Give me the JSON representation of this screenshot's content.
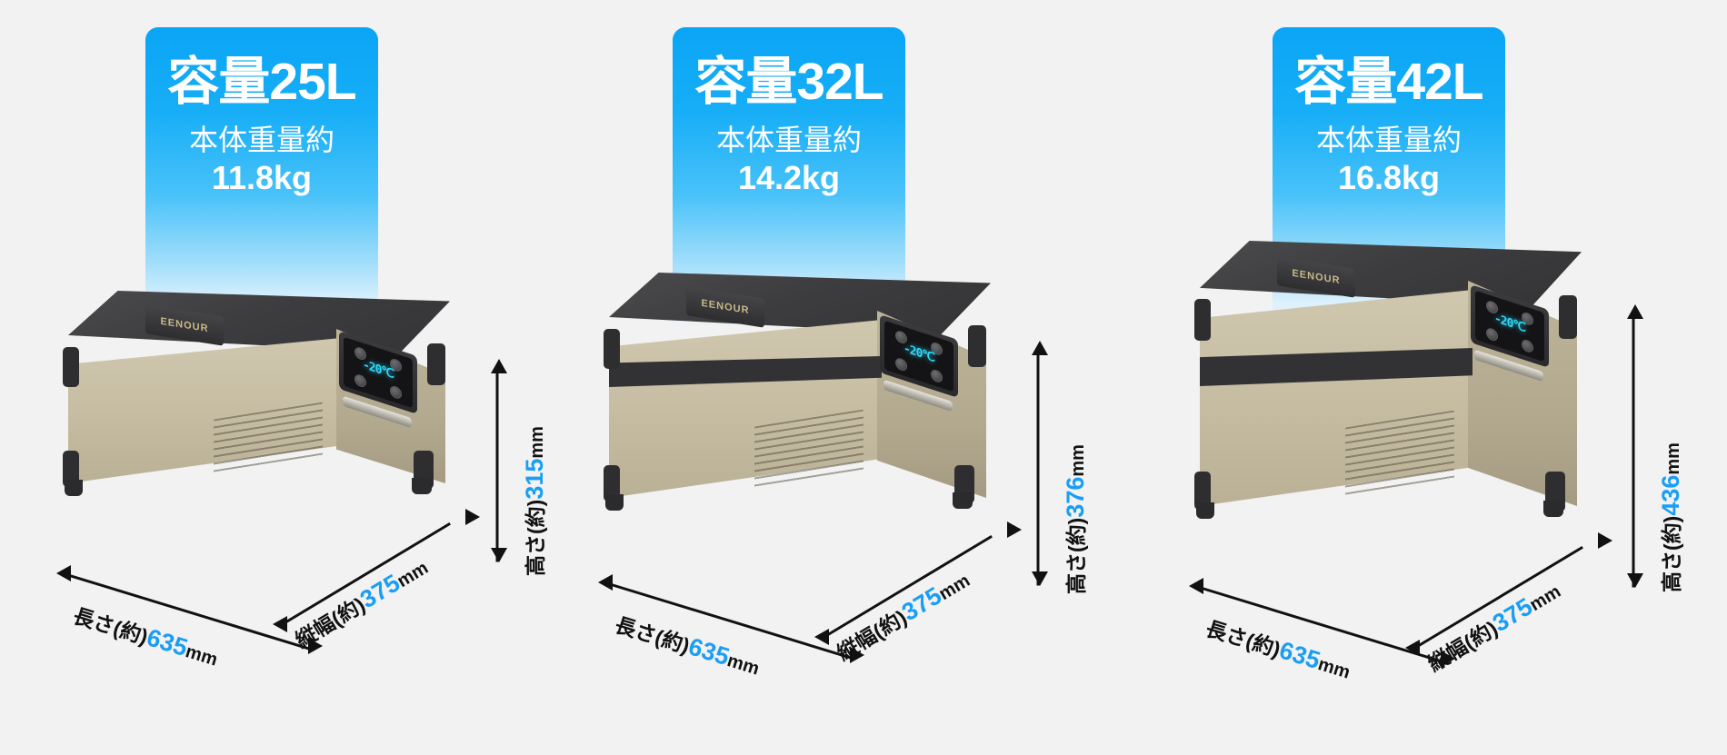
{
  "background_color": "#f1f2f1",
  "accent_color": "#1a9ef5",
  "badge_gradient_top": "#0aa5f5",
  "brand": "EENOUR",
  "display_reading": "-20℃",
  "labels": {
    "weight_prefix": "本体重量約",
    "length_prefix": "長さ(約)",
    "depth_prefix": "縦幅(約)",
    "height_prefix": "高さ(約)",
    "unit": "mm"
  },
  "products": [
    {
      "capacity": "容量25L",
      "weight_label": "本体重量約",
      "weight_value": "11.8kg",
      "length": {
        "prefix": "長さ(約)",
        "value": "635",
        "unit": "mm"
      },
      "depth": {
        "prefix": "縦幅(約)",
        "value": "375",
        "unit": "mm"
      },
      "height": {
        "prefix": "高さ(約)",
        "value": "315",
        "unit": "mm"
      }
    },
    {
      "capacity": "容量32L",
      "weight_label": "本体重量約",
      "weight_value": "14.2kg",
      "length": {
        "prefix": "長さ(約)",
        "value": "635",
        "unit": "mm"
      },
      "depth": {
        "prefix": "縦幅(約)",
        "value": "375",
        "unit": "mm"
      },
      "height": {
        "prefix": "高さ(約)",
        "value": "376",
        "unit": "mm"
      }
    },
    {
      "capacity": "容量42L",
      "weight_label": "本体重量約",
      "weight_value": "16.8kg",
      "length": {
        "prefix": "長さ(約)",
        "value": "635",
        "unit": "mm"
      },
      "depth": {
        "prefix": "縦幅(約)",
        "value": "375",
        "unit": "mm"
      },
      "height": {
        "prefix": "高さ(約)",
        "value": "436",
        "unit": "mm"
      }
    }
  ]
}
